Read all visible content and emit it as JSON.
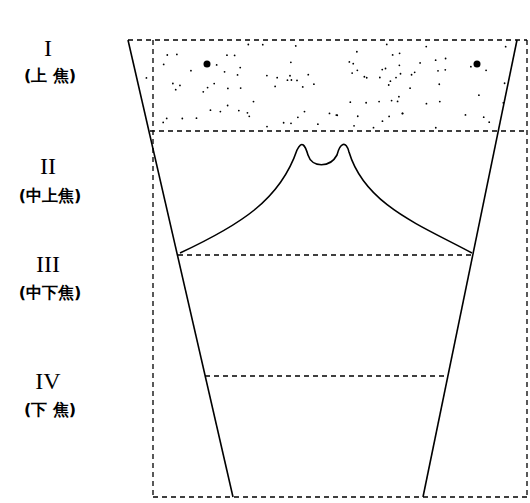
{
  "diagram": {
    "labels": [
      "I",
      "(上 焦)",
      "II",
      "(中上焦)",
      "III",
      "(中下焦)",
      "IV",
      "(下 焦)"
    ]
  }
}
